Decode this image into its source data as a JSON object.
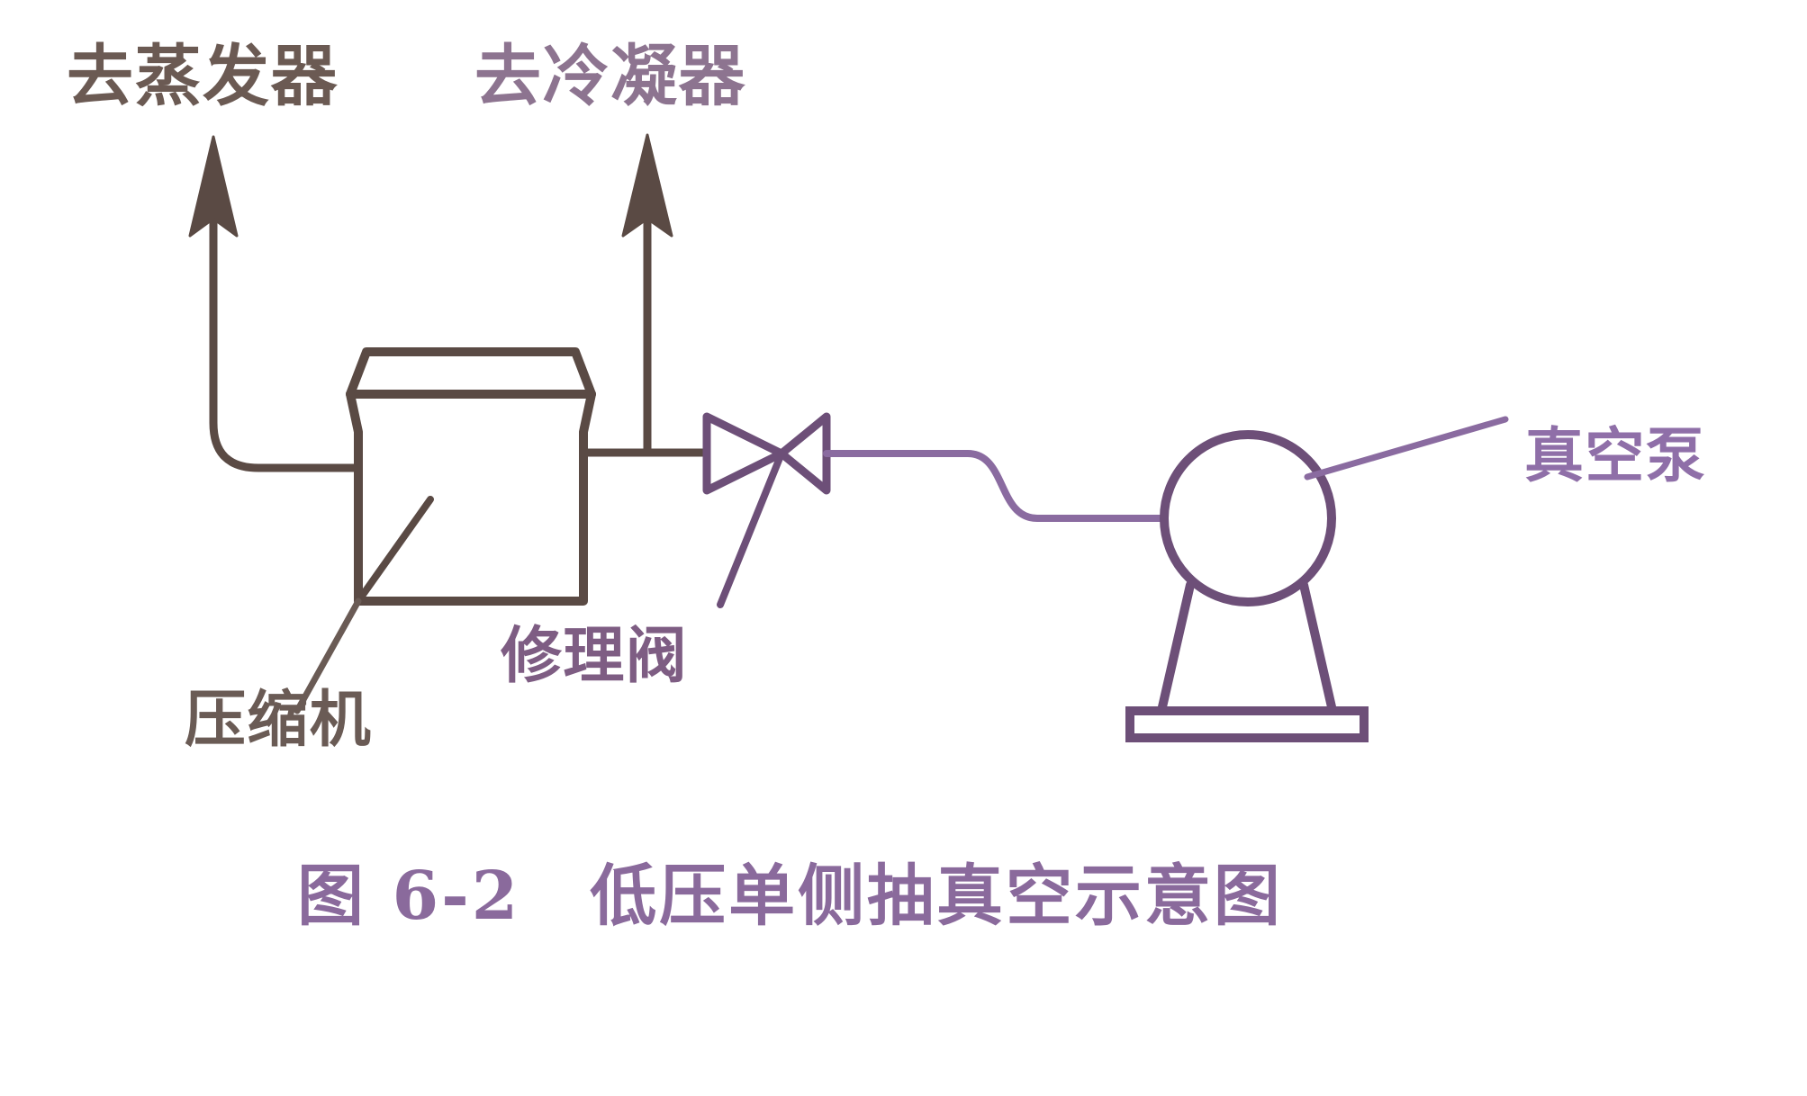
{
  "figure": {
    "caption": "图 6-2　低压单侧抽真空示意图",
    "figure_number": "6-2",
    "title": "低压单侧抽真空示意图",
    "background_color": "#ffffff"
  },
  "labels": {
    "to_evaporator": "去蒸发器",
    "to_condenser": "去冷凝器",
    "vacuum_pump": "真空泵",
    "service_valve": "修理阀",
    "compressor": "压缩机"
  },
  "colors": {
    "evaporator_text": "#6b5a53",
    "condenser_text": "#8d7490",
    "vacuum_pump_text": "#8f6fa8",
    "valve_text": "#7e5d83",
    "compressor_text": "#6a5b55",
    "caption_text": "#8a6a9c",
    "line_dark": "#5a4a44",
    "line_purple": "#6d4f78",
    "line_violet": "#8a6ba0"
  },
  "components": [
    {
      "name": "compressor",
      "symbol": "box-with-lid",
      "label": "压缩机",
      "ports": [
        "left-suction",
        "right-discharge"
      ]
    },
    {
      "name": "service-valve",
      "symbol": "bowtie-globe-valve",
      "label": "修理阀"
    },
    {
      "name": "vacuum-pump",
      "symbol": "circle-on-pedestal-base",
      "label": "真空泵"
    }
  ],
  "flow_arrows": [
    {
      "name": "to-evaporator-arrow",
      "direction": "up",
      "label": "去蒸发器"
    },
    {
      "name": "to-condenser-arrow",
      "direction": "up",
      "label": "去冷凝器"
    }
  ]
}
